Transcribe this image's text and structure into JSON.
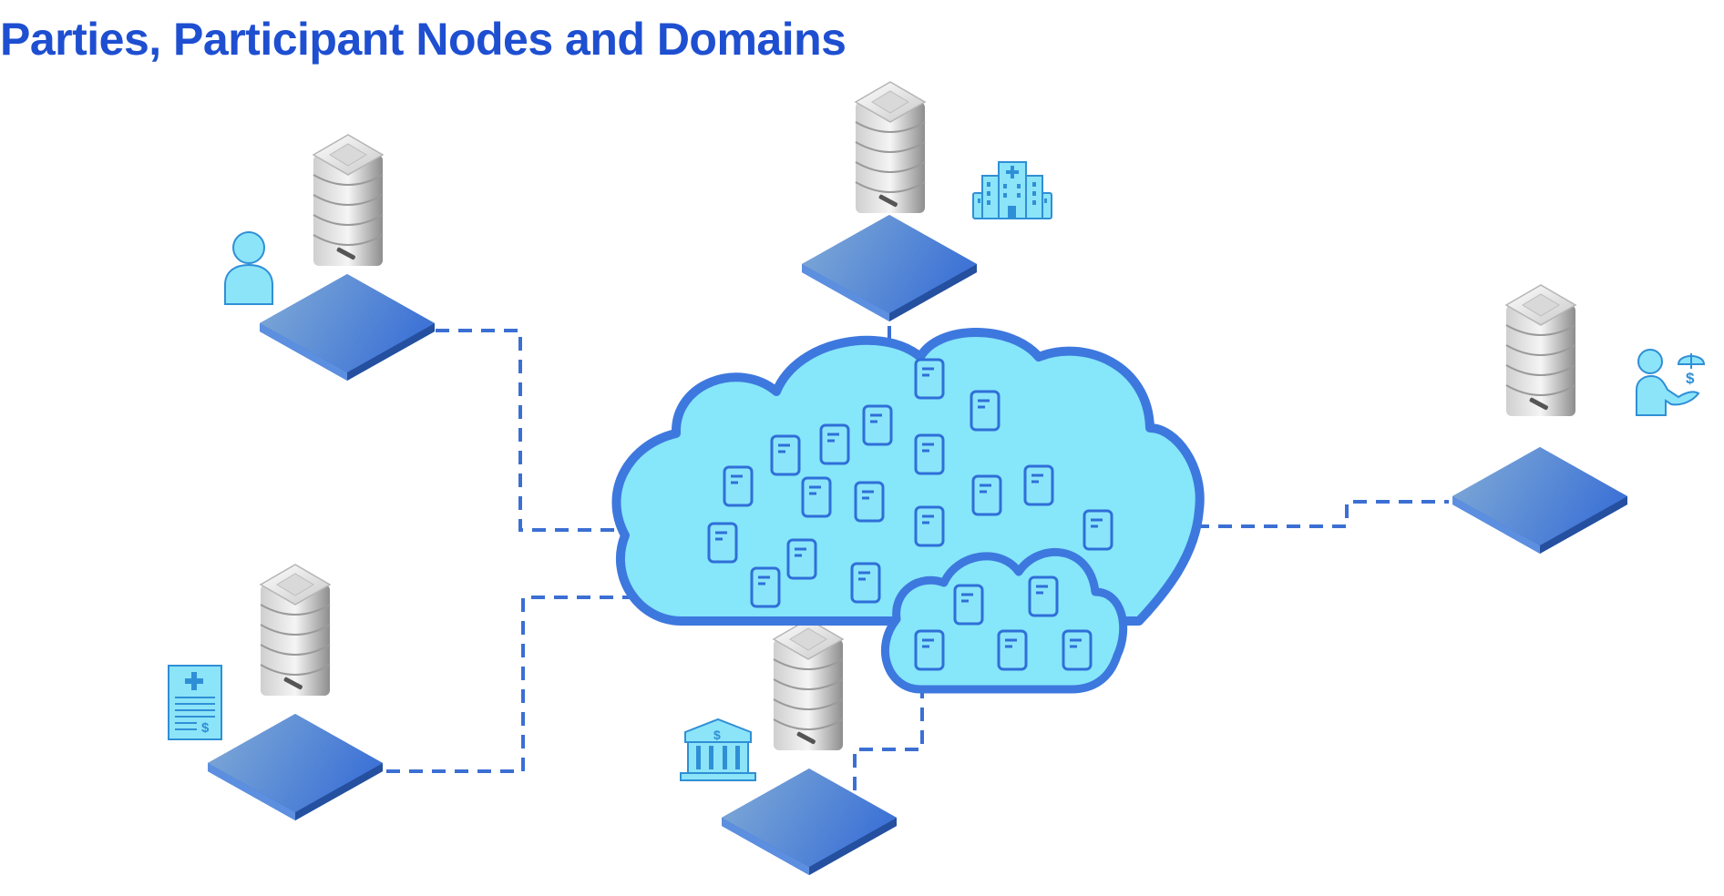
{
  "title": "Parties, Participant Nodes and Domains",
  "colors": {
    "title": "#1e4fd1",
    "cloud_fill": "#86e6fa",
    "cloud_stroke": "#3d78de",
    "connector": "#3b6fd3",
    "platform_light": "#7fa9d8",
    "platform_dark": "#3a6fcf",
    "icon_fill": "#8ce4f8",
    "icon_stroke": "#2f8fd6",
    "server_light": "#f2f2f2",
    "server_dark": "#8a8a8a"
  },
  "nodes": [
    {
      "name": "node-top-left",
      "party_icon": "person-icon"
    },
    {
      "name": "node-top-center",
      "party_icon": "hospital-icon"
    },
    {
      "name": "node-right",
      "party_icon": "insurance-person-icon"
    },
    {
      "name": "node-bottom-left",
      "party_icon": "medical-invoice-icon"
    },
    {
      "name": "node-bottom-center",
      "party_icon": "bank-icon"
    }
  ],
  "domains": [
    {
      "name": "large-domain-cloud",
      "contract_icon": "document-icon"
    },
    {
      "name": "small-domain-cloud",
      "contract_icon": "document-icon"
    }
  ]
}
